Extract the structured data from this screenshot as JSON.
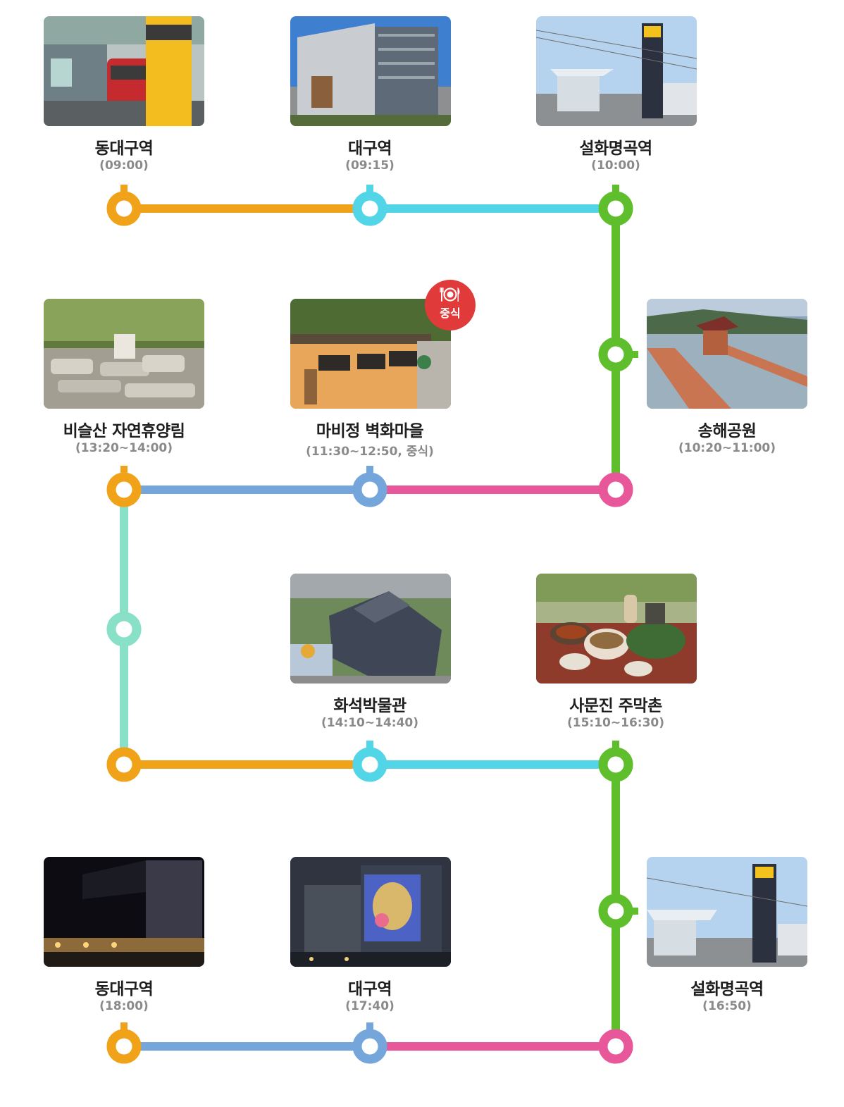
{
  "colors": {
    "orange": "#f0a318",
    "cyan": "#52d5e6",
    "green": "#5fbe2c",
    "pink": "#e8579a",
    "blue": "#74a6dc",
    "mint": "#88e0c6",
    "badge": "#e03a3a"
  },
  "stops": [
    {
      "name": "동대구역",
      "time": "(09:00)",
      "photo": "station-signboard-photo"
    },
    {
      "name": "대구역",
      "time": "(09:15)",
      "photo": "daegu-station-building-photo"
    },
    {
      "name": "설화명곡역",
      "time": "(10:00)",
      "photo": "seolhwa-myeonggok-station-photo"
    },
    {
      "name": "송해공원",
      "time": "(10:20~11:00)",
      "photo": "songhae-park-pavilion-photo"
    },
    {
      "name": "마비정 벽화마을",
      "time": "(11:30~12:50, 중식)",
      "photo": "mural-village-photo"
    },
    {
      "name": "비슬산 자연휴양림",
      "time": "(13:20~14:00)",
      "photo": "forest-stream-photo"
    },
    {
      "name": "화석박물관",
      "time": "(14:10~14:40)",
      "photo": "fossil-museum-photo"
    },
    {
      "name": "사문진 주막촌",
      "time": "(15:10~16:30)",
      "photo": "tavern-food-photo"
    },
    {
      "name": "설화명곡역",
      "time": "(16:50)",
      "photo": "seolhwa-myeonggok-station-photo"
    },
    {
      "name": "대구역",
      "time": "(17:40)",
      "photo": "daegu-station-night-photo"
    },
    {
      "name": "동대구역",
      "time": "(18:00)",
      "photo": "dongdaegu-station-night-photo"
    }
  ],
  "lunch_badge": {
    "label": "중식",
    "icon": "plate-cutlery-icon"
  }
}
